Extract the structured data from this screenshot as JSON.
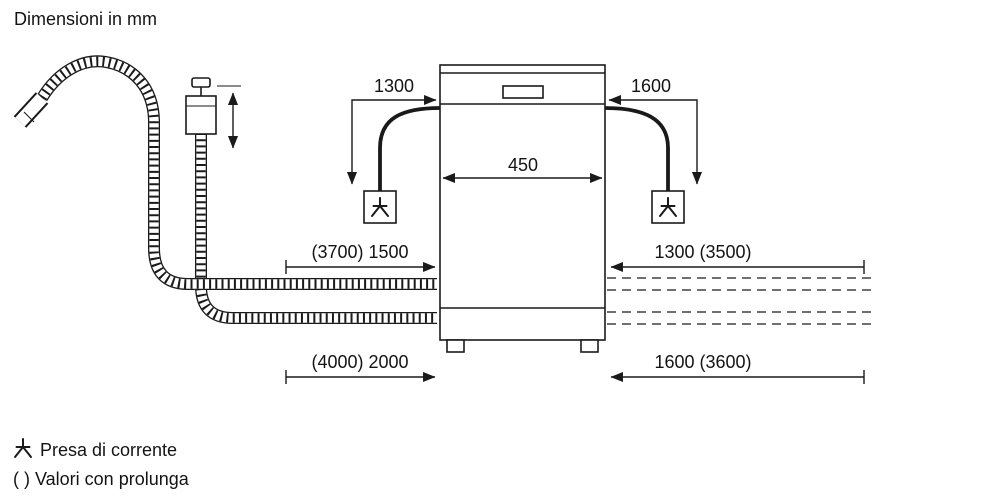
{
  "title": "Dimensioni in mm",
  "dimensions": {
    "top_left": "1300",
    "top_right": "1600",
    "width": "450",
    "mid_left": "(3700) 1500",
    "mid_right": "1300 (3500)",
    "bottom_left": "(4000) 2000",
    "bottom_right": "1600 (3600)"
  },
  "legend": {
    "socket": "Presa di corrente",
    "extension": "( ) Valori con prolunga"
  },
  "icons": {
    "socket_icon": "power-plug-symbol"
  },
  "colors": {
    "line": "#1a1a1a",
    "background": "#ffffff"
  }
}
